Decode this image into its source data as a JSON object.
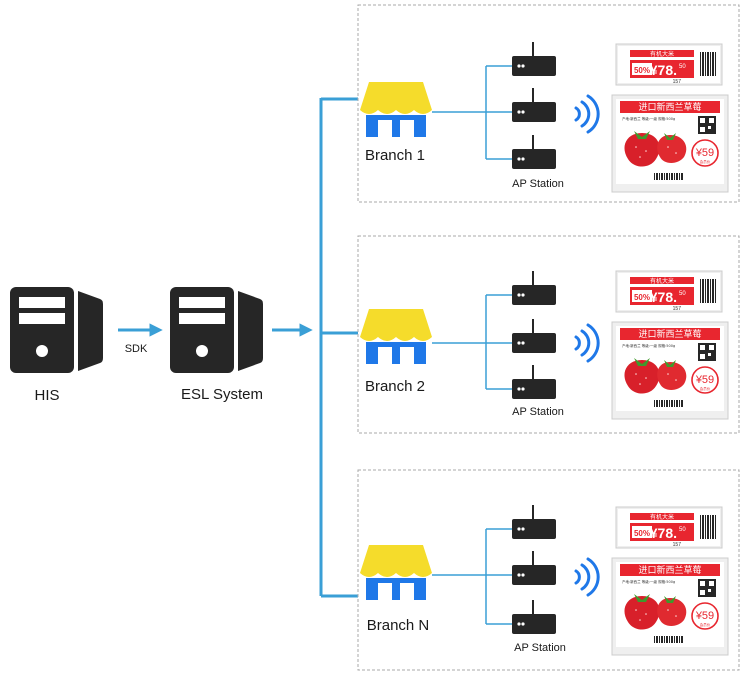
{
  "servers": {
    "his": {
      "label": "HIS",
      "icon": "server-tower-icon"
    },
    "esl": {
      "label": "ESL System",
      "icon": "server-tower-icon"
    }
  },
  "connector": {
    "label": "SDK"
  },
  "branches": [
    {
      "label": "Branch 1",
      "ap_label": "AP Station",
      "tag_small": {
        "header": "有机大米",
        "promo": "50%",
        "price_int": "78",
        "price_dec": "50",
        "sub": "157"
      },
      "tag_large": {
        "header": "进口新西兰草莓",
        "info": "产地:新西兰  等级:一级  规格:500g",
        "price": "59",
        "sub": "会员价"
      }
    },
    {
      "label": "Branch 2",
      "ap_label": "AP Station",
      "tag_small": {
        "header": "有机大米",
        "promo": "50%",
        "price_int": "78",
        "price_dec": "50",
        "sub": "157"
      },
      "tag_large": {
        "header": "进口新西兰草莓",
        "info": "产地:新西兰  等级:一级  规格:500g",
        "price": "59",
        "sub": "会员价"
      }
    },
    {
      "label": "Branch N",
      "ap_label": "AP Station",
      "tag_small": {
        "header": "有机大米",
        "promo": "50%",
        "price_int": "78",
        "price_dec": "50",
        "sub": "157"
      },
      "tag_large": {
        "header": "进口新西兰草莓",
        "info": "产地:新西兰  等级:一级  规格:500g",
        "price": "59",
        "sub": "会员价"
      }
    }
  ],
  "icons": {
    "store": "store-awning-icon",
    "ap": "access-point-icon",
    "wifi": "wireless-signal-icon",
    "tag": "e-paper-price-tag"
  },
  "colors": {
    "connector": "#3a9fd6",
    "server": "#262626",
    "awning": "#f5dc2b",
    "store_body": "#1f78e8",
    "tag_red": "#e8262f",
    "frame": "#a9a9a9"
  }
}
